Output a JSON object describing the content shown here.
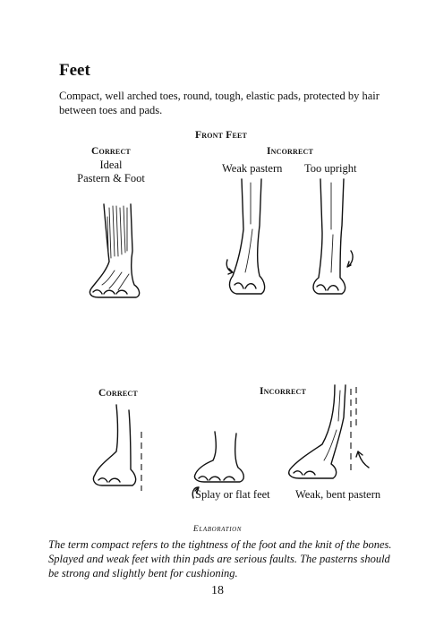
{
  "section_title": "Feet",
  "intro_text": "Compact, well arched toes, round, tough, elastic pads, protected by hair between toes and pads.",
  "front_feet": {
    "title": "Front Feet",
    "correct": {
      "heading": "Correct",
      "line1": "Ideal",
      "line2": "Pastern & Foot"
    },
    "incorrect": {
      "heading": "Incorrect",
      "label_left": "Weak pastern",
      "label_right": "Too upright"
    }
  },
  "feet_view": {
    "correct_heading": "Correct",
    "incorrect_heading": "Incorrect",
    "label_left": "Splay or flat feet",
    "label_right": "Weak, bent pastern"
  },
  "elaboration": {
    "title": "Elaboration",
    "text": "The term compact refers to the tightness of the foot and the knit of the bones. Splayed and weak feet with thin pads are serious faults. The pasterns should be strong and slightly bent for cushioning."
  },
  "page_number": "18",
  "icons": [
    "arrow-icon"
  ]
}
